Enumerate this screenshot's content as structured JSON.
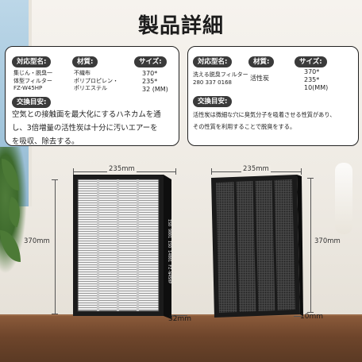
{
  "title": "製品詳細",
  "left_card": {
    "model_label": "対応型名:",
    "model_value": [
      "集じん・脱臭一",
      "体型フィルター",
      "FZ-W45HP"
    ],
    "material_label": "材質:",
    "material_value": [
      "不織布",
      "ポリプロピレン・",
      "ポリエステル"
    ],
    "size_label": "サイズ:",
    "size_value": [
      "370*",
      "235*",
      "32 (MM)"
    ],
    "replace_label": "交換目安:",
    "replace_text": [
      "空気との接触面を最大化にするハネカムを通",
      "し、3倍増量の活性炭は十分に汚いエアーを",
      "を吸収、除去する。"
    ]
  },
  "right_card": {
    "model_label": "対応型名:",
    "model_value": [
      "洗える脱臭フィルター",
      "280 337 0168"
    ],
    "material_label": "材質:",
    "material_value": "活性炭",
    "size_label": "サイズ:",
    "size_value": [
      "370*",
      "235*",
      "10(MM)"
    ],
    "replace_label": "交換目安:",
    "replace_text": [
      "活性炭は微細な穴に臭気分子を吸着させる性質があり、",
      "その性質を利用することで脱臭をする。"
    ]
  },
  "dimensions": {
    "left_width": "235mm",
    "left_height": "370mm",
    "left_depth": "32mm",
    "right_width": "235mm",
    "right_height": "370mm",
    "right_depth": "10mm"
  },
  "filter_side_text": "ISO 9001 ISO 14001   FZ-W45HP",
  "colors": {
    "pill_bg": "#3a3a3a",
    "card_border": "#222222",
    "table": "#6e452b",
    "wall": "#f3efe8"
  }
}
